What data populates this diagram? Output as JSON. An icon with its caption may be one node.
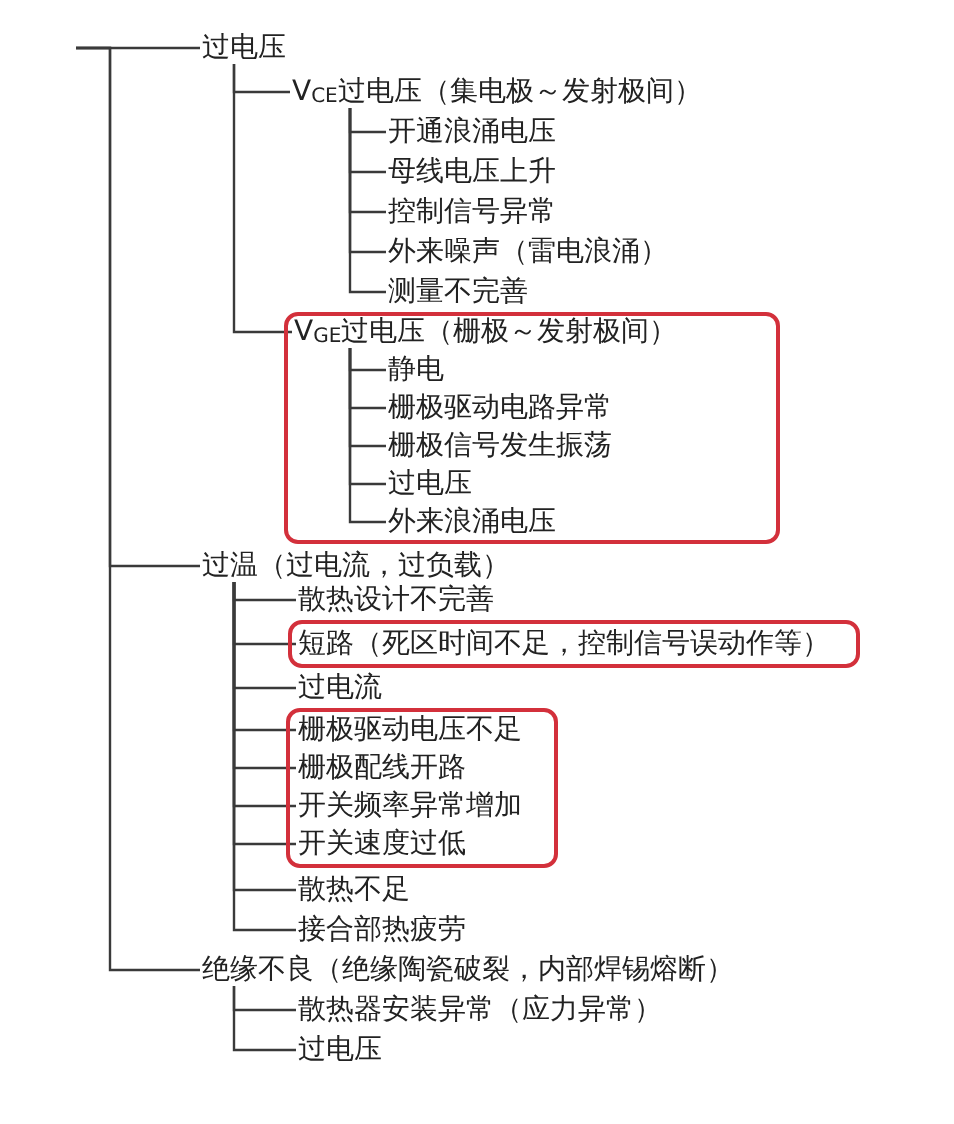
{
  "diagram": {
    "nodes": [
      {
        "text": [
          "过电压"
        ]
      },
      {
        "text": [
          "V$_{CE}$过电压（集电极～发射极间）"
        ]
      },
      {
        "text": [
          "开通浪涌电压"
        ]
      },
      {
        "text": [
          "母线电压上升"
        ]
      },
      {
        "text": [
          "控制信号异常"
        ]
      },
      {
        "text": [
          "外来噪声（雷电浪涌）"
        ]
      },
      {
        "text": [
          "测量不完善"
        ]
      },
      {
        "text": [],
        "shape": "box"
      },
      {
        "text": [
          "V$_{GE}$过电压（栅极～发射极间）"
        ],
        "in": 7
      },
      {
        "text": [
          "静电"
        ],
        "in": 7
      },
      {
        "text": [
          "栅极驱动电路异常"
        ],
        "in": 7
      },
      {
        "text": [
          "栅极信号发生振荡"
        ],
        "in": 7
      },
      {
        "text": [
          "过电压"
        ],
        "in": 7
      },
      {
        "text": [
          "外来浪涌电压"
        ],
        "in": 7
      },
      {
        "text": [
          "过温（过电流，过负载）"
        ]
      },
      {
        "text": [
          "散热设计不完善"
        ]
      },
      {
        "text": [],
        "shape": "box"
      },
      {
        "text": [
          "短路（死区时间不足，控制信号误动作等）"
        ],
        "in": 16
      },
      {
        "text": [
          "过电流"
        ]
      },
      {
        "text": [],
        "shape": "box"
      },
      {
        "text": [
          "栅极驱动电压不足"
        ],
        "in": 19
      },
      {
        "text": [
          "栅极配线开路"
        ],
        "in": 19
      },
      {
        "text": [
          "开关频率异常增加"
        ],
        "in": 19
      },
      {
        "text": [
          "开关速度过低"
        ],
        "in": 19
      },
      {
        "text": [
          "散热不足"
        ]
      },
      {
        "text": [
          "接合部热疲劳"
        ]
      },
      {
        "text": [
          "绝缘不良（绝缘陶瓷破裂，内部焊锡熔断）"
        ]
      },
      {
        "text": [
          "散热器安装异常（应力异常）"
        ]
      },
      {
        "text": [
          "过电压"
        ]
      }
    ],
    "edges": [
      {
        "from": null,
        "to": 0,
        "arrow": "none"
      },
      {
        "from": null,
        "to": 14,
        "arrow": "none"
      },
      {
        "from": null,
        "to": 26,
        "arrow": "none"
      },
      {
        "from": 0,
        "to": 1,
        "arrow": "none"
      },
      {
        "from": 0,
        "to": 8,
        "arrow": "none"
      },
      {
        "from": 1,
        "to": 2,
        "arrow": "none"
      },
      {
        "from": 1,
        "to": 3,
        "arrow": "none"
      },
      {
        "from": 1,
        "to": 4,
        "arrow": "none"
      },
      {
        "from": 1,
        "to": 5,
        "arrow": "none"
      },
      {
        "from": 1,
        "to": 6,
        "arrow": "none"
      },
      {
        "from": 8,
        "to": 9,
        "arrow": "none"
      },
      {
        "from": 8,
        "to": 10,
        "arrow": "none"
      },
      {
        "from": 8,
        "to": 11,
        "arrow": "none"
      },
      {
        "from": 8,
        "to": 12,
        "arrow": "none"
      },
      {
        "from": 8,
        "to": 13,
        "arrow": "none"
      },
      {
        "from": 14,
        "to": 15,
        "arrow": "none"
      },
      {
        "from": 14,
        "to": 17,
        "arrow": "none"
      },
      {
        "from": 14,
        "to": 18,
        "arrow": "none"
      },
      {
        "from": 14,
        "to": 20,
        "arrow": "none"
      },
      {
        "from": 14,
        "to": 21,
        "arrow": "none"
      },
      {
        "from": 14,
        "to": 22,
        "arrow": "none"
      },
      {
        "from": 14,
        "to": 23,
        "arrow": "none"
      },
      {
        "from": 14,
        "to": 24,
        "arrow": "none"
      },
      {
        "from": 14,
        "to": 25,
        "arrow": "none"
      },
      {
        "from": 26,
        "to": 27,
        "arrow": "none"
      },
      {
        "from": 26,
        "to": 28,
        "arrow": "none"
      }
    ]
  }
}
